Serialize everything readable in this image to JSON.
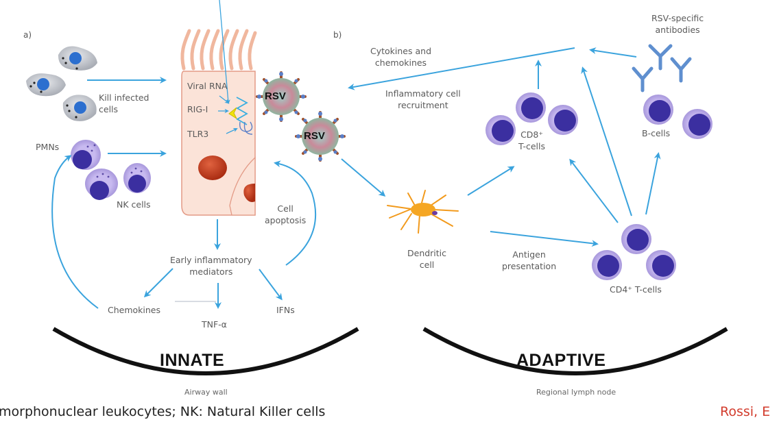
{
  "panels": {
    "a_label": "a)",
    "b_label": "b)"
  },
  "innate": {
    "title": "INNATE",
    "location": "Airway wall",
    "labels": {
      "kill_infected": "Kill infected\ncells",
      "pmns": "PMNs",
      "nk_cells": "NK cells",
      "viral_rna": "Viral RNA",
      "rig_i": "RIG-I",
      "tlr3": "TLR3",
      "cell_apoptosis": "Cell\napoptosis",
      "early_mediators": "Early inflammatory\nmediators",
      "chemokines": "Chemokines",
      "tnf": "TNF-α",
      "ifns": "IFNs"
    }
  },
  "virus": {
    "label": "RSV"
  },
  "adaptive": {
    "title": "ADAPTIVE",
    "location": "Regional lymph node",
    "labels": {
      "cytokines": "Cytokines and\nchemokines",
      "inflammatory_recruitment": "Inflammatory cell\nrecruitment",
      "cd8": "CD8⁺\nT-cells",
      "antibodies": "RSV-specific\nantibodies",
      "b_cells": "B-cells",
      "dendritic": "Dendritic\ncell",
      "antigen": "Antigen\npresentation",
      "cd4": "CD4⁺ T-cells"
    }
  },
  "footer": {
    "abbrev": "morphonuclear leukocytes; NK: Natural Killer cells",
    "citation": "Rossi, E"
  },
  "colors": {
    "arrow": "#3aa3dd",
    "epithelium": "#fbe3d8",
    "epithelium_edge": "#e39a86",
    "nucleus_red": "#c0391c",
    "lymph_core": "#3b2fa0",
    "lymph_halo": "#b8a8e0",
    "dendritic": "#f29a1c",
    "antibody": "#5f8fcf",
    "arc": "#111111",
    "citation": "#d23b2c"
  }
}
